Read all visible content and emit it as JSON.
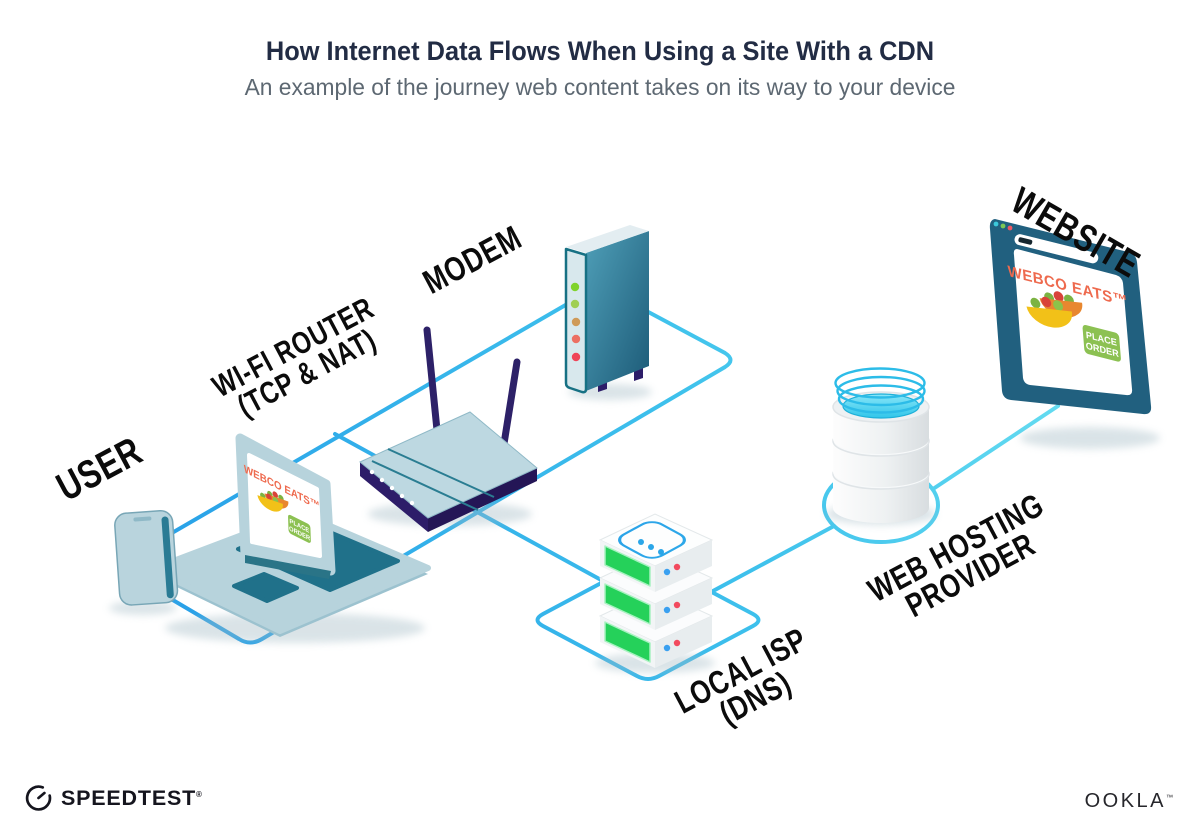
{
  "header": {
    "title": "How Internet Data Flows When Using a Site With a CDN",
    "subtitle": "An example of the journey web content takes on its way to your device"
  },
  "nodes": {
    "user": {
      "label": "USER"
    },
    "wifi_router": {
      "line1": "WI-FI ROUTER",
      "line2": "(TCP & NAT)"
    },
    "modem": {
      "label": "MODEM"
    },
    "local_isp": {
      "line1": "LOCAL ISP",
      "line2": "(DNS)"
    },
    "web_hosting": {
      "line1": "WEB HOSTING",
      "line2": "PROVIDER"
    },
    "website": {
      "label": "WEBSITE"
    }
  },
  "webco_site": {
    "brand": "WEBCO EATS™",
    "order_button": {
      "line1": "PLACE",
      "line2": "ORDER"
    }
  },
  "footer": {
    "speedtest_wordmark": "SPEEDTEST",
    "speedtest_reg_mark": "®",
    "ookla_wordmark": "OOKLA",
    "ookla_tm_mark": "™"
  },
  "colors": {
    "line_cyan": "#6fe3f2",
    "line_blue": "#28a0e8",
    "title_navy": "#222c44",
    "subtitle_gray": "#5d6872",
    "label_black": "#0b0b0b",
    "brand_orange": "#ee6a4e",
    "button_green": "#8cc152",
    "server_green": "#25d15a",
    "browser_frame": "#21607f",
    "device_body": "#b7d3dc",
    "router_indigo": "#2d1d69",
    "modem_teal": "#1c5a77"
  }
}
